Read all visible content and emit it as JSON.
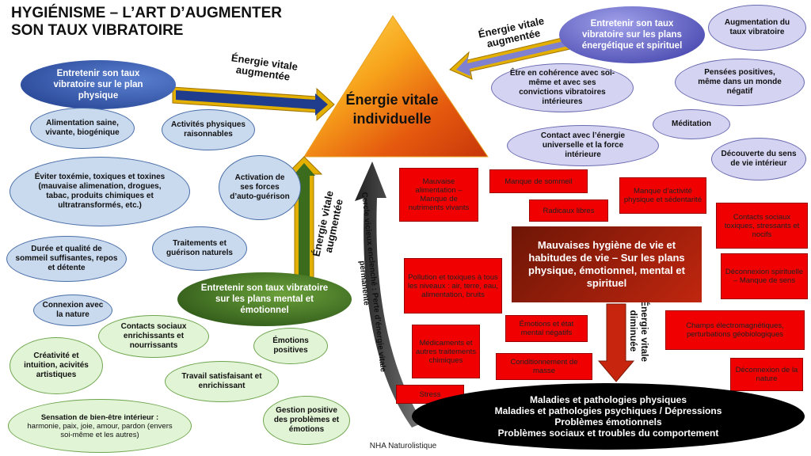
{
  "title": {
    "line1": "HYGIÉNISME – L’ART D’AUGMENTER",
    "line2": "SON TAUX VIBRATOIRE"
  },
  "pyramid": {
    "text": "Énergie vitale individuelle"
  },
  "arrow_labels": {
    "top_left": "Énergie vitale augmentée",
    "top_right": "Énergie vitale augmentée",
    "left_vertical": "Énergie vitale augmentée",
    "down": "Énergie vitale diminuée",
    "cycle": "Cercle vicieux enclenché : Perte d’énergie vitale permanente"
  },
  "main_ellipses": {
    "physique": "Entretenir son taux vibratoire sur le plan physique",
    "mental": "Entretenir son taux vibratoire sur les plans mental et émotionnel",
    "energetique": "Entretenir son taux vibratoire sur les plans énergétique et spirituel"
  },
  "physique_items": [
    "Alimentation saine, vivante, biogénique",
    "Activités physiques raisonnables",
    "Éviter toxémie, toxiques et toxines (mauvaise alimenation, drogues, tabac, produits chimiques et ultratransformés, etc.)",
    "Activation de ses forces d’auto-guérison",
    "Durée et qualité de sommeil suffisantes, repos et détente",
    "Traitements et guérison naturels",
    "Connexion avec la nature"
  ],
  "mental_items": [
    "Contacts sociaux enrichissants et nourrissants",
    "Émotions positives",
    "Créativité et intuition, acivités artistiques",
    "Travail satisfaisant et enrichissant",
    "Gestion positive des problèmes et émotions"
  ],
  "wellbeing": {
    "head": "Sensation de bien-être intérieur :",
    "body": "harmonie, paix, joie, amour, pardon (envers soi-même et les autres)"
  },
  "energetique_items": [
    "Augmentation du taux vibratoire",
    "Être en cohérence avec soi-même et avec ses convictions vibratoires intérieures",
    "Pensées positives, même dans un monde négatif",
    "Méditation",
    "Contact avec l’énergie universelle et la force intérieure",
    "Découverte du sens de vie intérieur"
  ],
  "bad_items": [
    "Mauvaise alimentation – Manque de nutriments vivants",
    "Manque de sommeil",
    "Manque d’activité physique et sédentarité",
    "Radicaux libres",
    "Contacts sociaux toxiques, stressants  et nocifs",
    "Pollution et toxiques à tous les niveaux : air, terre, eau, alimentation, bruits",
    "Déconnexion spirituelle – Manque de sens",
    "Émotions et état mental négatifs",
    "Médicaments et autres traitements chimiques",
    "Champs électromagnétiques, perturbations géobiologiques",
    "Conditionnement de masse",
    "Déconnexion de la nature",
    "Stress"
  ],
  "bad_center": "Mauvaises hygiène de vie et habitudes de vie – Sur les plans physique, émotionnel, mental et spirituel",
  "maladies": [
    "Maladies et pathologies physiques",
    "Maladies et pathologies psychiques / Dépressions",
    "Problèmes émotionnels",
    "Problèmes sociaux et troubles du comportement"
  ],
  "footer": "NHA Naturolistique",
  "colors": {
    "red": "#f00000",
    "blue_ellipse": "#c9d9ee",
    "green_ellipse": "#e2f4d6",
    "lavender": "#d4d4f2",
    "dark_blue": "#1f3d8c",
    "dark_green": "#2e5a1a"
  }
}
